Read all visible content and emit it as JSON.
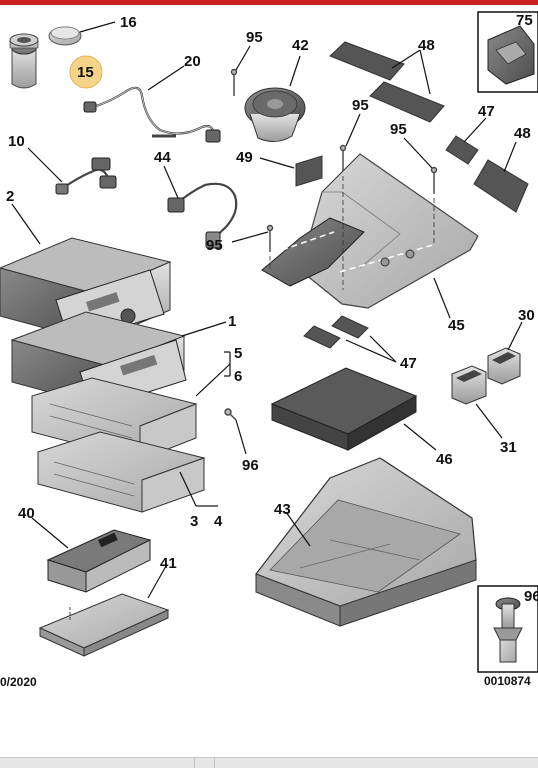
{
  "diagram": {
    "callouts": [
      {
        "id": "c16",
        "text": "16"
      },
      {
        "id": "c15",
        "text": "15"
      },
      {
        "id": "c20",
        "text": "20"
      },
      {
        "id": "c95a",
        "text": "95"
      },
      {
        "id": "c42",
        "text": "42"
      },
      {
        "id": "c48a",
        "text": "48"
      },
      {
        "id": "c75",
        "text": "75"
      },
      {
        "id": "c95b",
        "text": "95"
      },
      {
        "id": "c95c",
        "text": "95"
      },
      {
        "id": "c47a",
        "text": "47"
      },
      {
        "id": "c48b",
        "text": "48"
      },
      {
        "id": "c10",
        "text": "10"
      },
      {
        "id": "c44",
        "text": "44"
      },
      {
        "id": "c49",
        "text": "49"
      },
      {
        "id": "c2",
        "text": "2"
      },
      {
        "id": "c95d",
        "text": "95"
      },
      {
        "id": "c45",
        "text": "45"
      },
      {
        "id": "c1",
        "text": "1"
      },
      {
        "id": "c5",
        "text": "5"
      },
      {
        "id": "c6",
        "text": "6"
      },
      {
        "id": "c47b",
        "text": "47"
      },
      {
        "id": "c30",
        "text": "30"
      },
      {
        "id": "c96a",
        "text": "96"
      },
      {
        "id": "c46",
        "text": "46"
      },
      {
        "id": "c31",
        "text": "31"
      },
      {
        "id": "c40",
        "text": "40"
      },
      {
        "id": "c43",
        "text": "43"
      },
      {
        "id": "c3",
        "text": "3"
      },
      {
        "id": "c4",
        "text": "4"
      },
      {
        "id": "c41",
        "text": "41"
      },
      {
        "id": "c96b",
        "text": "96"
      }
    ],
    "date_code": "0/2020",
    "reference_code": "0010874",
    "highlight_color": "#f5d48a",
    "top_bar_color": "#cc1f1f"
  }
}
